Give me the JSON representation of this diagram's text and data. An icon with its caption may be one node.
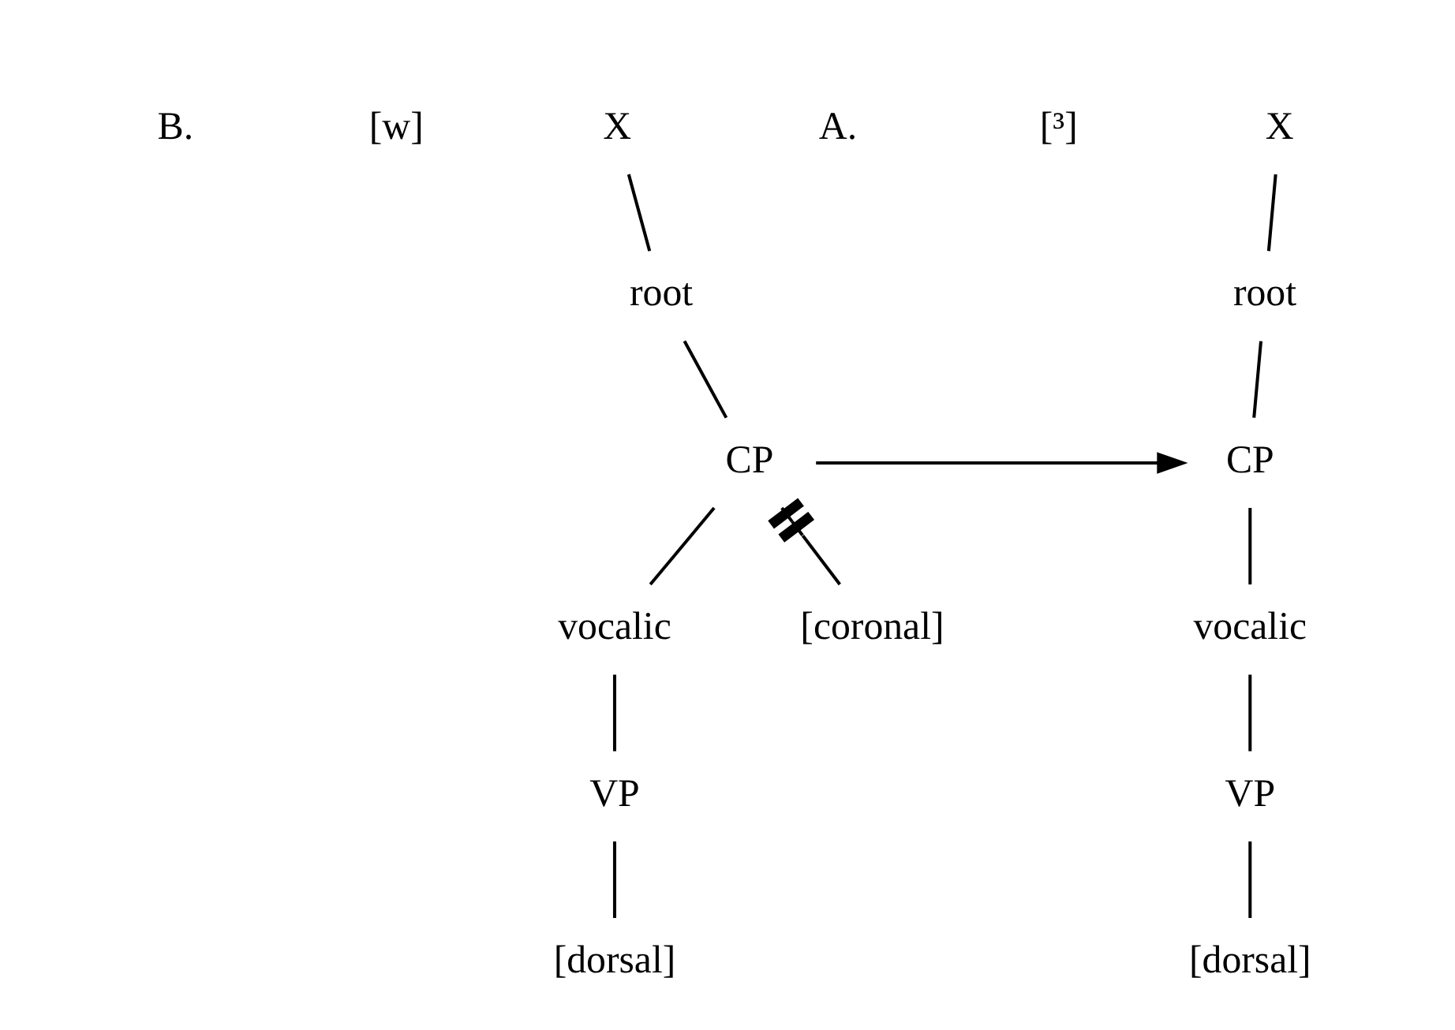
{
  "diagram": {
    "nodes": [
      {
        "text": [
          "X"
        ]
      },
      {
        "text": [
          "root"
        ]
      },
      {
        "text": [
          "CP"
        ]
      },
      {
        "text": [
          "[coronal]"
        ]
      },
      {
        "text": [
          "vocalic"
        ]
      },
      {
        "text": [
          "VP"
        ]
      },
      {
        "text": [
          "[dorsal]"
        ]
      },
      {
        "text": [
          "X"
        ]
      },
      {
        "text": [
          "root"
        ]
      },
      {
        "text": [
          "CP"
        ]
      },
      {
        "text": [
          "vocalic"
        ]
      },
      {
        "text": [
          "VP"
        ]
      },
      {
        "text": [
          "[dorsal]"
        ]
      }
    ],
    "edges": [
      {
        "from": 0,
        "to": 1,
        "arrow": "none"
      },
      {
        "from": 1,
        "to": 2,
        "arrow": "none"
      },
      {
        "from": 2,
        "to": 3,
        "arrow": "other"
      },
      {
        "from": 2,
        "to": 4,
        "arrow": "none"
      },
      {
        "from": 4,
        "to": 5,
        "arrow": "none"
      },
      {
        "from": 5,
        "to": 6,
        "arrow": "none"
      },
      {
        "from": 2,
        "to": 9,
        "arrow": "to"
      },
      {
        "from": 7,
        "to": 8,
        "arrow": "none"
      },
      {
        "from": 8,
        "to": 9,
        "arrow": "none"
      },
      {
        "from": 9,
        "to": 10,
        "arrow": "none"
      },
      {
        "from": 10,
        "to": 11,
        "arrow": "none"
      },
      {
        "from": 11,
        "to": 12,
        "arrow": "none"
      }
    ],
    "labels": [
      "A.",
      "[³]",
      "B.",
      "[w]"
    ]
  }
}
